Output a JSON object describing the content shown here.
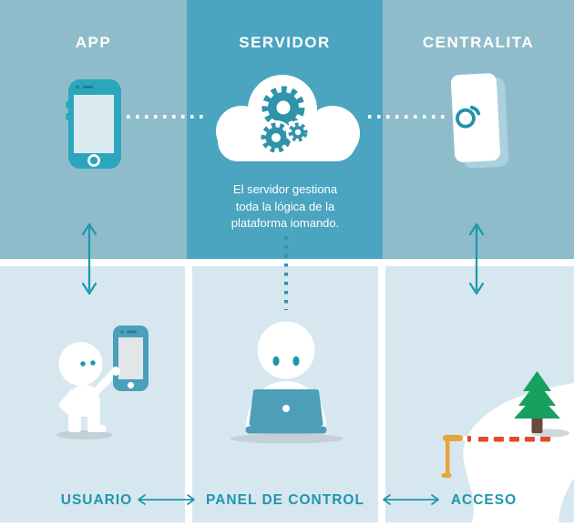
{
  "colors": {
    "top_side_bg": "#8fbccb",
    "top_center_bg": "#4ba4c0",
    "panel_bg": "#d7e7ef",
    "accent_teal": "#1e96ac",
    "dark_teal": "#2e93ab",
    "phone_teal": "#2ba6bd",
    "laptop_teal": "#4d9fb8",
    "tree_green": "#17a15e",
    "trunk_brown": "#6b4a3c",
    "barrier_orange": "#e8a43c",
    "barrier_red": "#e6492d",
    "white": "#ffffff"
  },
  "columns": {
    "app": {
      "title": "APP",
      "icon": "smartphone-icon"
    },
    "servidor": {
      "title": "SERVIDOR",
      "icon": "cloud-gears-icon",
      "description": {
        "line1": "El servidor gestiona",
        "line2": "toda la lógica de la",
        "line3": "plataforma iomando."
      }
    },
    "centralita": {
      "title": "CENTRALITA",
      "icon": "centralita-device-icon"
    }
  },
  "rows": {
    "usuario": {
      "label": "USUARIO",
      "icon": "user-with-phone-icon"
    },
    "panel_de_control": {
      "label": "PANEL DE CONTROL",
      "icon": "operator-laptop-icon"
    },
    "acceso": {
      "label": "ACCESO",
      "icon": "road-barrier-tree-icon"
    }
  },
  "connectors": {
    "app_servidor": "dotted-line",
    "servidor_centralita": "dotted-line",
    "servidor_panel": "dotted-line-vertical",
    "app_usuario": "double-arrow-vertical",
    "centralita_acceso": "double-arrow-vertical",
    "usuario_panel": "double-arrow-horizontal",
    "panel_acceso": "double-arrow-horizontal"
  }
}
